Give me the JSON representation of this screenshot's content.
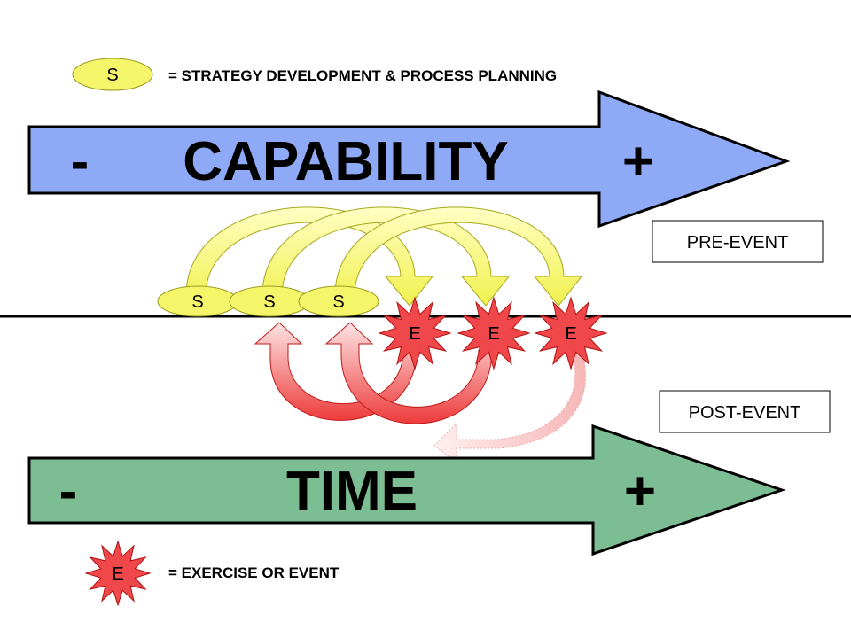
{
  "legend": {
    "strategy_symbol": "S",
    "strategy_text": "= STRATEGY DEVELOPMENT & PROCESS PLANNING",
    "event_symbol": "E",
    "event_text": "= EXERCISE OR EVENT"
  },
  "capability_arrow": {
    "minus": "-",
    "label": "CAPABILITY",
    "plus": "+",
    "color": "#8eaaf6"
  },
  "time_arrow": {
    "minus": "-",
    "label": "TIME",
    "plus": "+",
    "color": "#7dbd94"
  },
  "phases": {
    "pre": "PRE-EVENT",
    "post": "POST-EVENT"
  },
  "strategy_nodes": [
    "S",
    "S",
    "S"
  ],
  "event_nodes": [
    "E",
    "E",
    "E"
  ],
  "colors": {
    "strategy": "#f5f56a",
    "event": "#f0484a",
    "arc_yellow": "#f7f772",
    "arc_red": "#ee4444"
  }
}
